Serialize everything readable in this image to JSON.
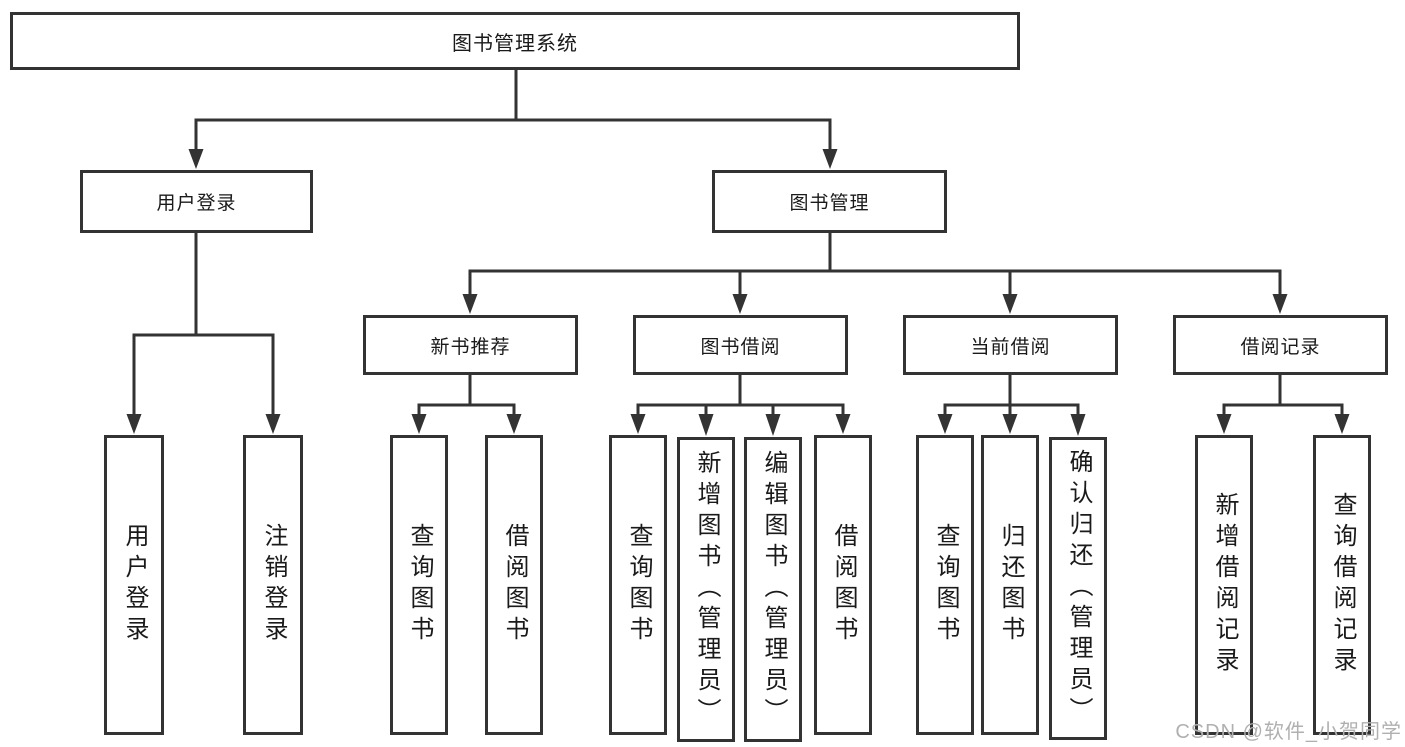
{
  "page": {
    "background": "#ffffff"
  },
  "diagram": {
    "type": "hierarchy-tree",
    "tree": {
      "label": "图书管理系统",
      "children": [
        {
          "label": "用户登录",
          "children": [
            {
              "label": "用户登录"
            },
            {
              "label": "注销登录"
            }
          ]
        },
        {
          "label": "图书管理",
          "children": [
            {
              "label": "新书推荐",
              "children": [
                {
                  "label": "查询图书"
                },
                {
                  "label": "借阅图书"
                }
              ]
            },
            {
              "label": "图书借阅",
              "children": [
                {
                  "label": "查询图书"
                },
                {
                  "label": "新增图书（管理员）"
                },
                {
                  "label": "编辑图书（管理员）"
                },
                {
                  "label": "借阅图书"
                }
              ]
            },
            {
              "label": "当前借阅",
              "children": [
                {
                  "label": "查询图书"
                },
                {
                  "label": "归还图书"
                },
                {
                  "label": "确认归还（管理员）"
                }
              ]
            },
            {
              "label": "借阅记录",
              "children": [
                {
                  "label": "新增借阅记录"
                },
                {
                  "label": "查询借阅记录"
                }
              ]
            }
          ]
        }
      ]
    },
    "colors": {
      "line": "#333333",
      "border": "#333333",
      "text": "#1a1a1a",
      "box_fill": "#ffffff"
    }
  },
  "watermark": {
    "text": "CSDN @软件_小贺同学",
    "color": "#b0b0b0"
  }
}
